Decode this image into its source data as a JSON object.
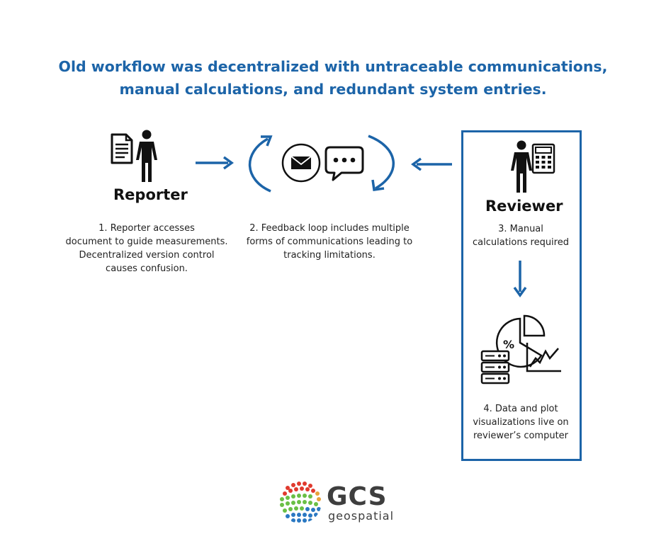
{
  "title": {
    "line1": "Old workflow was decentralized with untraceable communications,",
    "line2": "manual calculations, and redundant system entries."
  },
  "reporter": {
    "heading": "Reporter",
    "desc": [
      "1. Reporter accesses",
      "document to guide measurements.",
      "Decentralized version control",
      "causes confusion."
    ]
  },
  "feedback": {
    "desc": [
      "2. Feedback loop includes multiple",
      "forms of communications leading to",
      "tracking limitations."
    ]
  },
  "reviewer": {
    "heading": "Reviewer",
    "step3": [
      "3. Manual",
      "calculations required"
    ],
    "step4": [
      "4. Data and plot",
      "visualizations live on",
      "reviewer’s computer"
    ]
  },
  "logo": {
    "name": "GCS",
    "sub": "geospatial"
  },
  "colors": {
    "accent": "#1c64a8",
    "text": "#111111"
  },
  "icons": [
    "document-icon",
    "person-icon",
    "envelope-icon",
    "chat-bubble-icon",
    "calculator-icon",
    "pie-chart-icon",
    "server-icon",
    "line-chart-icon",
    "arrow-right-icon",
    "arrow-left-icon",
    "arrow-down-icon"
  ]
}
